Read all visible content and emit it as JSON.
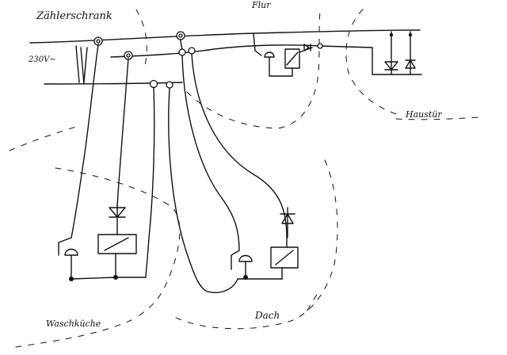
{
  "labels": {
    "meter_cabinet": "Zählerschrank",
    "voltage": "230V~",
    "hallway": "Flur",
    "front_door": "Haustür",
    "laundry": "Waschküche",
    "roof": "Dach"
  },
  "colors": {
    "ink": "#111111",
    "paper": "#ffffff"
  }
}
